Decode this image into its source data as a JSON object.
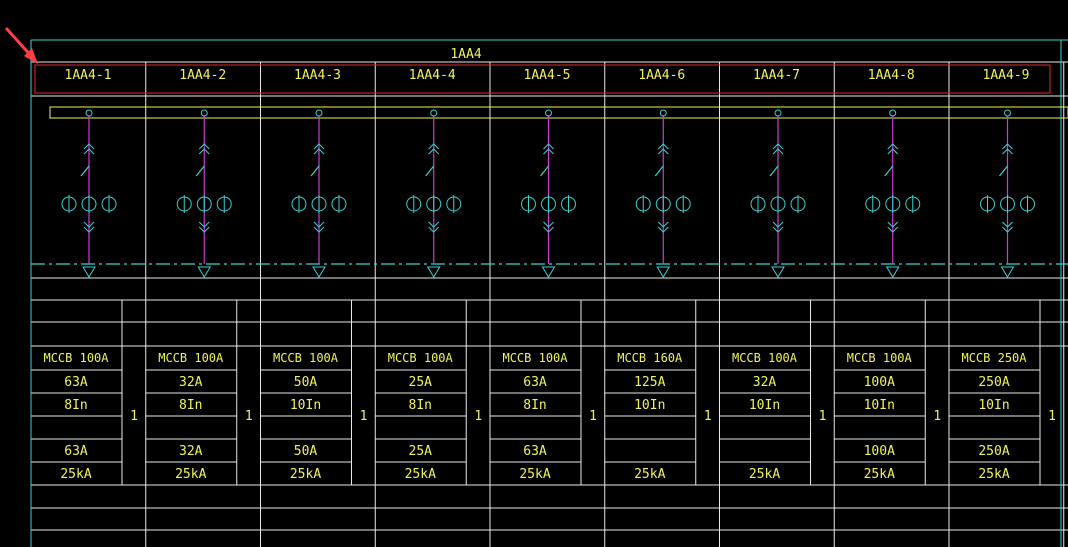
{
  "drawing": {
    "title": "1AA4",
    "colors": {
      "background": "#000000",
      "grid": "#e8e8e8",
      "frame": "#3ad1d1",
      "text": "#f2f25a",
      "busbar": "#f2f25a",
      "conductor": "#d03cd0",
      "instrument": "#3ad1d1",
      "highlight": "#e02a2a",
      "arrow": "#ff4040"
    },
    "icons": [
      "arrow-pointer-icon",
      "disconnector-icon",
      "current-transformer-icon",
      "cable-end-icon",
      "ground-icon"
    ],
    "panels": [
      {
        "id": "1AA4-1",
        "breaker": "MCCB 100A",
        "rated": "63A",
        "trip": "8In",
        "count": "1",
        "setting": "63A",
        "breaking": "25kA"
      },
      {
        "id": "1AA4-2",
        "breaker": "MCCB 100A",
        "rated": "32A",
        "trip": "8In",
        "count": "1",
        "setting": "32A",
        "breaking": "25kA"
      },
      {
        "id": "1AA4-3",
        "breaker": "MCCB 100A",
        "rated": "50A",
        "trip": "10In",
        "count": "1",
        "setting": "50A",
        "breaking": "25kA"
      },
      {
        "id": "1AA4-4",
        "breaker": "MCCB 100A",
        "rated": "25A",
        "trip": "8In",
        "count": "1",
        "setting": "25A",
        "breaking": "25kA"
      },
      {
        "id": "1AA4-5",
        "breaker": "MCCB 100A",
        "rated": "63A",
        "trip": "8In",
        "count": "1",
        "setting": "63A",
        "breaking": "25kA"
      },
      {
        "id": "1AA4-6",
        "breaker": "MCCB 160A",
        "rated": "125A",
        "trip": "10In",
        "count": "1",
        "setting": "",
        "breaking": "25kA"
      },
      {
        "id": "1AA4-7",
        "breaker": "MCCB 100A",
        "rated": "32A",
        "trip": "10In",
        "count": "1",
        "setting": "",
        "breaking": "25kA"
      },
      {
        "id": "1AA4-8",
        "breaker": "MCCB 100A",
        "rated": "100A",
        "trip": "10In",
        "count": "1",
        "setting": "100A",
        "breaking": "25kA"
      },
      {
        "id": "1AA4-9",
        "breaker": "MCCB 250A",
        "rated": "250A",
        "trip": "10In",
        "count": "1",
        "setting": "250A",
        "breaking": "25kA"
      }
    ]
  }
}
